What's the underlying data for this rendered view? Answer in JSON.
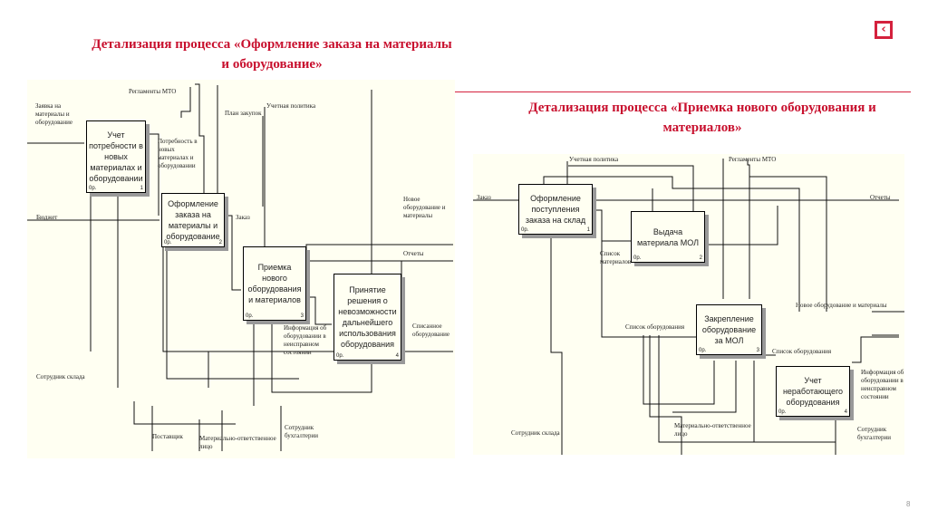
{
  "slide": {
    "left_title": "Детализация процесса «Оформление заказа на материалы и оборудование»",
    "right_title": "Детализация процесса «Приемка нового оборудования и материалов»",
    "page_number": "8",
    "nav_icon": "back-arrow-icon",
    "accent_color": "#c8102e"
  },
  "left_diagram": {
    "boxes": [
      {
        "label": "Учет потребности в новых материалах и оборудовании",
        "num": "1",
        "op": "0р."
      },
      {
        "label": "Оформление заказа на материалы и оборудование",
        "num": "2",
        "op": "0р."
      },
      {
        "label": "Приемка нового оборудования и материалов",
        "num": "3",
        "op": "0р."
      },
      {
        "label": "Принятие решения о невозможности дальнейшего использования оборудования",
        "num": "4",
        "op": "0р."
      }
    ],
    "arrows": [
      "Регламенты МТО",
      "Заявка на материалы и оборудование",
      "План закупок",
      "Учетная политика",
      "Потребность в новых материалах и оборудовании",
      "Бюджет",
      "Заказ",
      "Новое оборудование и материалы",
      "Отчеты",
      "Информация об оборудовании в неисправном состоянии",
      "Списанное оборудование",
      "Сотрудник склада",
      "Поставщик",
      "Материально-ответственное лицо",
      "Сотрудник бухгалтерии"
    ]
  },
  "right_diagram": {
    "boxes": [
      {
        "label": "Оформление поступления заказа на склад",
        "num": "1",
        "op": "0р."
      },
      {
        "label": "Выдача материала МОЛ",
        "num": "2",
        "op": "0р."
      },
      {
        "label": "Закрепление оборудование за МОЛ",
        "num": "3",
        "op": "0р."
      },
      {
        "label": "Учет неработающего оборудования",
        "num": "4",
        "op": "0р."
      }
    ],
    "arrows": [
      "Учетная политика",
      "Регламенты МТО",
      "Заказ",
      "Отчеты",
      "Список материалов",
      "Новое оборудование и материалы",
      "Список оборудования",
      "Список оборудования",
      "Информация об оборудовании в неисправном состоянии",
      "Сотрудник склада",
      "Материально-ответственное лицо",
      "Сотрудник бухгалтерии"
    ]
  }
}
